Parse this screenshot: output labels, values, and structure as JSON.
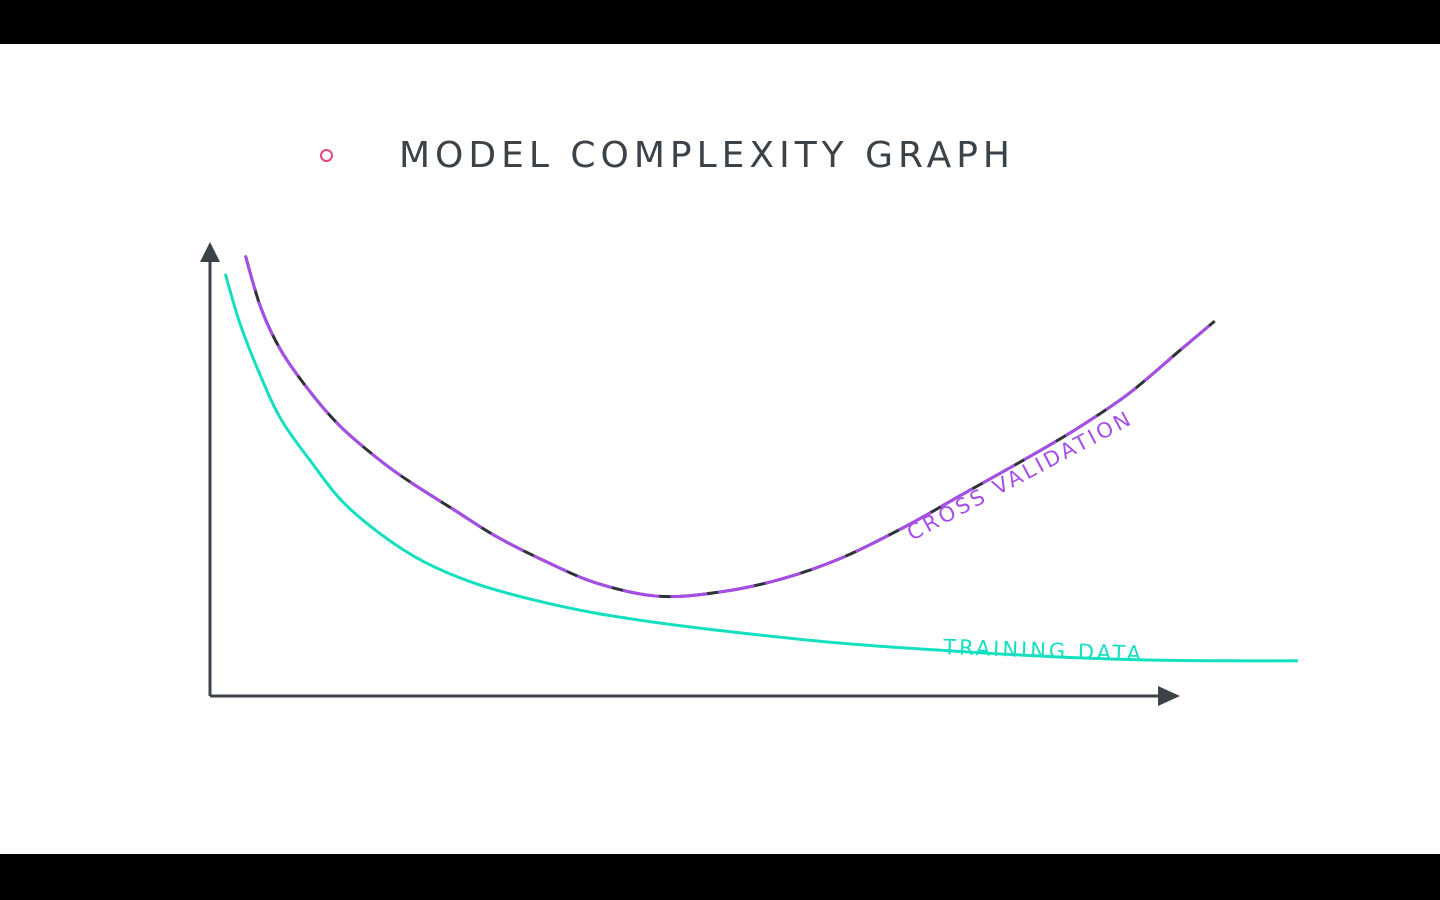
{
  "slide": {
    "title": "MODEL COMPLEXITY GRAPH",
    "bullet_color": "#e8437f"
  },
  "colors": {
    "axis": "#3b4248",
    "cross_validation": "#a64ee6",
    "cross_validation_shadow": "#2e3338",
    "training": "#14e0c0"
  },
  "chart_data": {
    "type": "line",
    "title": "MODEL COMPLEXITY GRAPH",
    "xlabel": "",
    "ylabel": "",
    "xlim": [
      0,
      100
    ],
    "ylim": [
      0,
      100
    ],
    "grid": false,
    "axis_ticks": false,
    "series": [
      {
        "name": "CROSS VALIDATION",
        "color": "#a64ee6",
        "x": [
          3.5,
          5,
          7,
          10,
          13,
          17,
          20,
          24,
          28,
          33,
          38,
          44,
          50,
          56,
          62,
          68,
          74,
          80,
          85,
          90,
          95,
          98.5
        ],
        "y": [
          98,
          86,
          76,
          66,
          58,
          50,
          45,
          39,
          33,
          27,
          22,
          19,
          20,
          23,
          28,
          35,
          43,
          51,
          58,
          66,
          76,
          83
        ]
      },
      {
        "name": "TRAINING DATA",
        "color": "#14e0c0",
        "x": [
          1.5,
          3,
          5,
          7,
          10,
          13,
          17,
          21,
          26,
          32,
          38,
          45,
          52,
          60,
          68,
          76,
          84,
          92,
          100,
          112
        ],
        "y": [
          94,
          82,
          70,
          60,
          50,
          41,
          33,
          27,
          22,
          18,
          15,
          12.5,
          10.5,
          8.5,
          7,
          5.8,
          4.8,
          4.2,
          4,
          4
        ]
      }
    ]
  }
}
